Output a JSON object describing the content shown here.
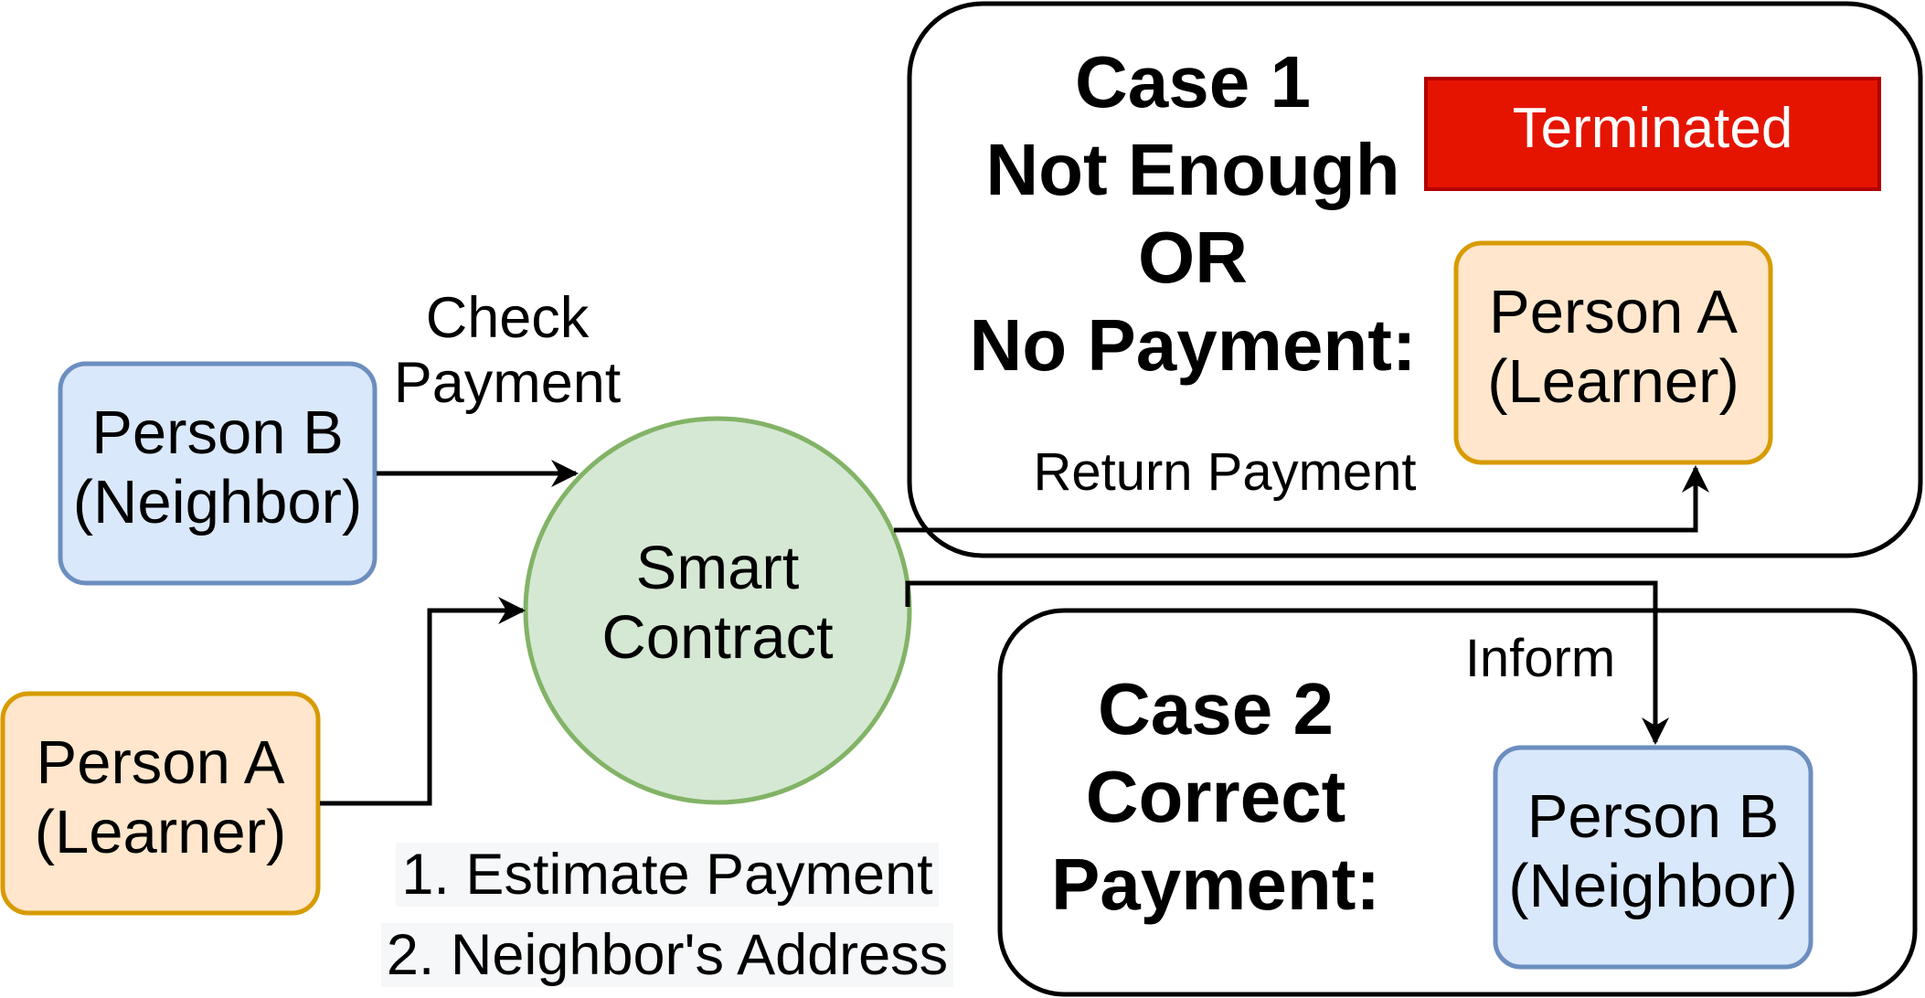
{
  "nodes": {
    "person_b_left": {
      "line1": "Person B",
      "line2": "(Neighbor)"
    },
    "person_a_left": {
      "line1": "Person A",
      "line2": "(Learner)"
    },
    "smart_contract": {
      "line1": "Smart",
      "line2": "Contract"
    },
    "case1_person_a": {
      "line1": "Person A",
      "line2": "(Learner)"
    },
    "case2_person_b": {
      "line1": "Person B",
      "line2": "(Neighbor)"
    },
    "terminated": {
      "label": "Terminated"
    }
  },
  "cases": {
    "case1": {
      "line1": "Case 1",
      "line2": "Not Enough",
      "line3": "OR",
      "line4": "No Payment:"
    },
    "case2": {
      "line1": "Case 2",
      "line2": "Correct",
      "line3": "Payment:"
    }
  },
  "edges": {
    "check_payment": {
      "line1": "Check",
      "line2": "Payment"
    },
    "inputs": {
      "line1": "1. Estimate Payment",
      "line2": "2. Neighbor's Address"
    },
    "return_payment": {
      "label": "Return Payment"
    },
    "inform": {
      "label": "Inform"
    }
  },
  "colors": {
    "blue_fill": "#dae8fc",
    "blue_stroke": "#6c8ebf",
    "orange_fill": "#ffe6cc",
    "orange_stroke": "#d79b00",
    "green_fill": "#d5e8d4",
    "green_stroke": "#82b366",
    "red_fill": "#e51400",
    "red_stroke": "#b20000"
  }
}
